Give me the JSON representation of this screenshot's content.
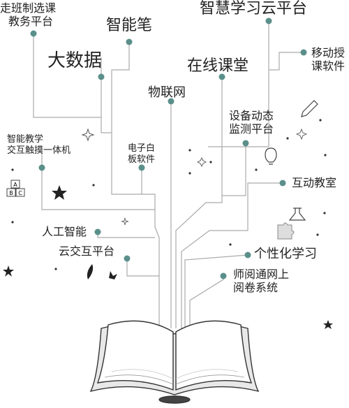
{
  "labels": {
    "zoubanzhi": [
      "走班制选课",
      "教务平台"
    ],
    "zhinengbi": "智能笔",
    "zhihui": "智慧学习云平台",
    "dashuju": "大数据",
    "zaixian": "在线课堂",
    "yidong": [
      "移动授",
      "课软件"
    ],
    "wulianwang": "物联网",
    "shebei": [
      "设备动态",
      "监测平台"
    ],
    "chuping": [
      "智能教学",
      "交互触摸一体机"
    ],
    "dianzibai": [
      "电子白",
      "板软件"
    ],
    "hudong": "互动教室",
    "rengong": "人工智能",
    "yunjiaohu": "云交互平台",
    "gexinghua": "个性化学习",
    "yuejuan": [
      "师阅通网上",
      "阅卷系统"
    ]
  },
  "abc_icon": [
    "A",
    "B",
    "C"
  ],
  "colors": {
    "accent": "#5a8f8a",
    "line": "#aaaaaa",
    "ink": "#222222"
  }
}
